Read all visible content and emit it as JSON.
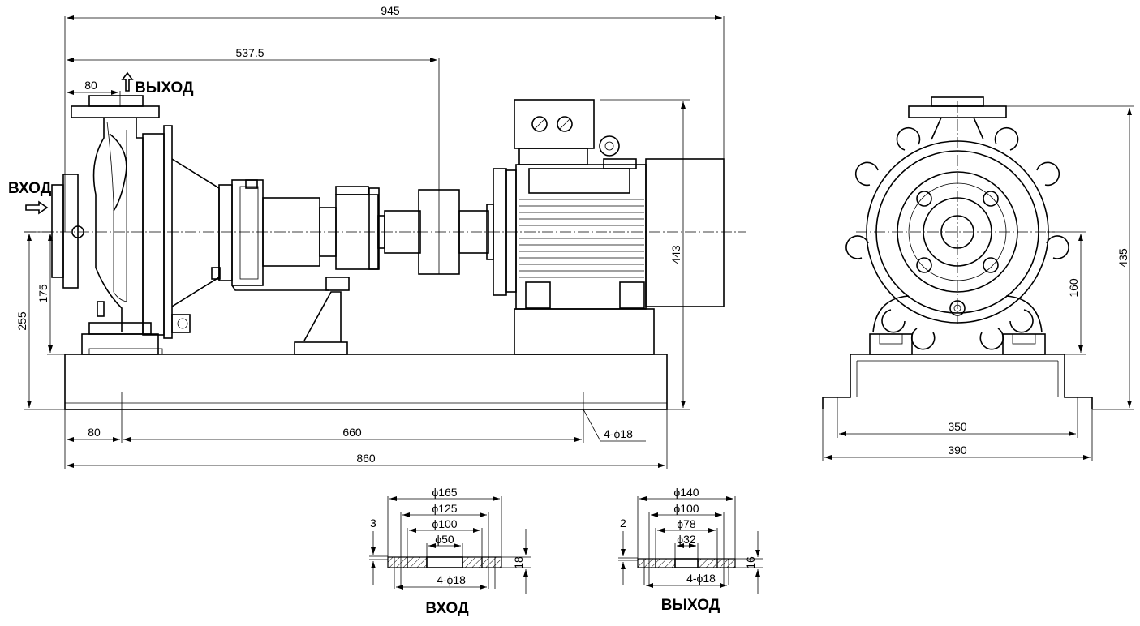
{
  "side_view": {
    "dims": {
      "overall_length": "945",
      "coupling_distance": "537.5",
      "outlet_offset": "80",
      "motor_height": "443",
      "shaft_height_base": "175",
      "shaft_height_total": "255",
      "foot_left": "80",
      "foot_span": "660",
      "base_length": "860",
      "holes": "4-ϕ18"
    },
    "labels": {
      "outlet": "ВЫХОД",
      "inlet": "ВХОД"
    }
  },
  "end_view": {
    "dims": {
      "height": "435",
      "flange_height": "160",
      "inner_width": "350",
      "outer_width": "390"
    }
  },
  "inlet_flange": {
    "title": "ВХОД",
    "dims": {
      "d1": "ϕ165",
      "d2": "ϕ125",
      "d3": "ϕ100",
      "d4": "ϕ50",
      "thickness": "18",
      "step": "3",
      "holes": "4-ϕ18"
    }
  },
  "outlet_flange": {
    "title": "ВЫХОД",
    "dims": {
      "d1": "ϕ140",
      "d2": "ϕ100",
      "d3": "ϕ78",
      "d4": "ϕ32",
      "thickness": "16",
      "step": "2",
      "holes": "4-ϕ18"
    }
  }
}
